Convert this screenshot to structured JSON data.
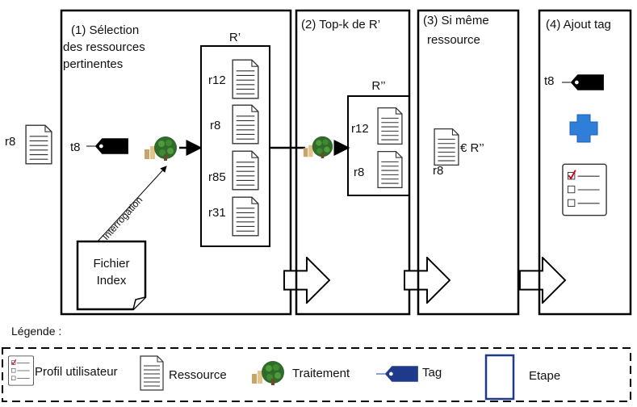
{
  "external_doc": {
    "label": "r8"
  },
  "step1": {
    "title_lines": [
      "(1) Sélection",
      "des ressources",
      "pertinentes"
    ],
    "tag_label": "t8",
    "edge_label": "Interrogation",
    "index_lines": [
      "Fichier",
      "Index"
    ],
    "rset_title": "R’",
    "resources": [
      "r12",
      "r8",
      "r85",
      "r31"
    ]
  },
  "step2": {
    "title": "(2) Top-k de R’",
    "rset_title": "R’’",
    "resources": [
      "r12",
      "r8"
    ]
  },
  "step3": {
    "title_lines": [
      "(3) Si même",
      "ressource"
    ],
    "membership": "€ R’’",
    "doc_label": "r8"
  },
  "step4": {
    "title": "(4) Ajout tag",
    "tag_label": "t8"
  },
  "legend": {
    "title": "Légende :",
    "items": {
      "profile": "Profil utilisateur",
      "resource": "Ressource",
      "process": "Traitement",
      "tag": "Tag",
      "step": "Etape"
    }
  },
  "colors": {
    "tag_black": "#000000",
    "tag_blue": "#1f3a8a",
    "plus_blue": "#2f7fd8",
    "step_blue": "#1f3a8a",
    "check_red": "#d0021b",
    "tree_green": "#2f6b2a"
  }
}
